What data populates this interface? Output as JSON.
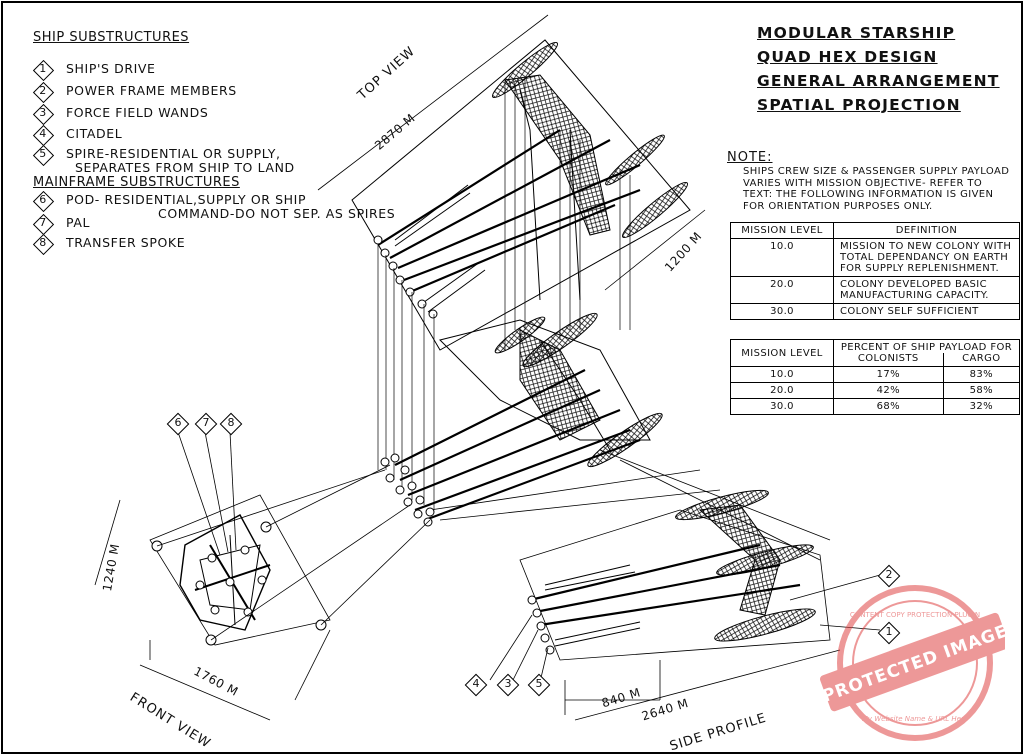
{
  "ship_substructures": {
    "heading": "SHIP SUBSTRUCTURES",
    "items": [
      {
        "num": "1",
        "line1": "SHIP'S DRIVE",
        "line2": ""
      },
      {
        "num": "2",
        "line1": "POWER FRAME MEMBERS",
        "line2": ""
      },
      {
        "num": "3",
        "line1": "FORCE FIELD WANDS",
        "line2": ""
      },
      {
        "num": "4",
        "line1": "CITADEL",
        "line2": ""
      },
      {
        "num": "5",
        "line1": "SPIRE-RESIDENTIAL OR SUPPLY,",
        "line2": "SEPARATES FROM SHIP TO LAND"
      }
    ]
  },
  "mainframe_substructures": {
    "heading": "MAINFRAME SUBSTRUCTURES",
    "items": [
      {
        "num": "6",
        "line1": "POD- RESIDENTIAL,SUPPLY OR SHIP",
        "line2": "COMMAND-DO NOT SEP. AS SPIRES"
      },
      {
        "num": "7",
        "line1": "PAL",
        "line2": ""
      },
      {
        "num": "8",
        "line1": "TRANSFER SPOKE",
        "line2": ""
      }
    ]
  },
  "title": {
    "line1": "MODULAR STARSHIP",
    "line2": "QUAD HEX DESIGN",
    "line3": "GENERAL ARRANGEMENT",
    "line4": "SPATIAL PROJECTION"
  },
  "note": {
    "heading": "NOTE:",
    "line1": "SHIPS CREW SIZE & PASSENGER SUPPLY PAYLOAD",
    "line2": "VARIES WITH MISSION OBJECTIVE- REFER TO",
    "line3": "TEXT: THE FOLLOWING INFORMATION IS GIVEN",
    "line4": "FOR ORIENTATION PURPOSES ONLY."
  },
  "definition_table": {
    "col1": "MISSION LEVEL",
    "col2": "DEFINITION",
    "rows": [
      {
        "level": "10.0",
        "l1": "MISSION TO NEW COLONY WITH",
        "l2": "TOTAL DEPENDANCY ON EARTH",
        "l3": "FOR SUPPLY REPLENISHMENT."
      },
      {
        "level": "20.0",
        "l1": "COLONY DEVELOPED BASIC",
        "l2": "MANUFACTURING CAPACITY.",
        "l3": ""
      },
      {
        "level": "30.0",
        "l1": "COLONY SELF SUFFICIENT",
        "l2": "",
        "l3": ""
      }
    ]
  },
  "payload_table": {
    "col1": "MISSION LEVEL",
    "col2": "PERCENT OF SHIP PAYLOAD FOR",
    "sub1": "COLONISTS",
    "sub2": "CARGO",
    "rows": [
      {
        "level": "10.0",
        "colonists": "17%",
        "cargo": "83%"
      },
      {
        "level": "20.0",
        "colonists": "42%",
        "cargo": "58%"
      },
      {
        "level": "30.0",
        "colonists": "68%",
        "cargo": "32%"
      }
    ]
  },
  "views": {
    "top": "TOP VIEW",
    "front": "FRONT VIEW",
    "side": "SIDE PROFILE"
  },
  "dimensions": {
    "top_length": "2870 M",
    "top_width": "1200 M",
    "front_height": "1240 M",
    "front_width": "1760 M",
    "side_short": "840 M",
    "side_long": "2640 M"
  },
  "callouts": {
    "c6": "6",
    "c7": "7",
    "c8": "8",
    "c4": "4",
    "c3": "3",
    "c5": "5",
    "c2": "2",
    "c1": "1"
  },
  "stamp": {
    "text": "PROTECTED IMAGE",
    "arc": "CONTENT COPY PROTECTION PLUGIN",
    "sub": "My Website Name & URL Here"
  }
}
